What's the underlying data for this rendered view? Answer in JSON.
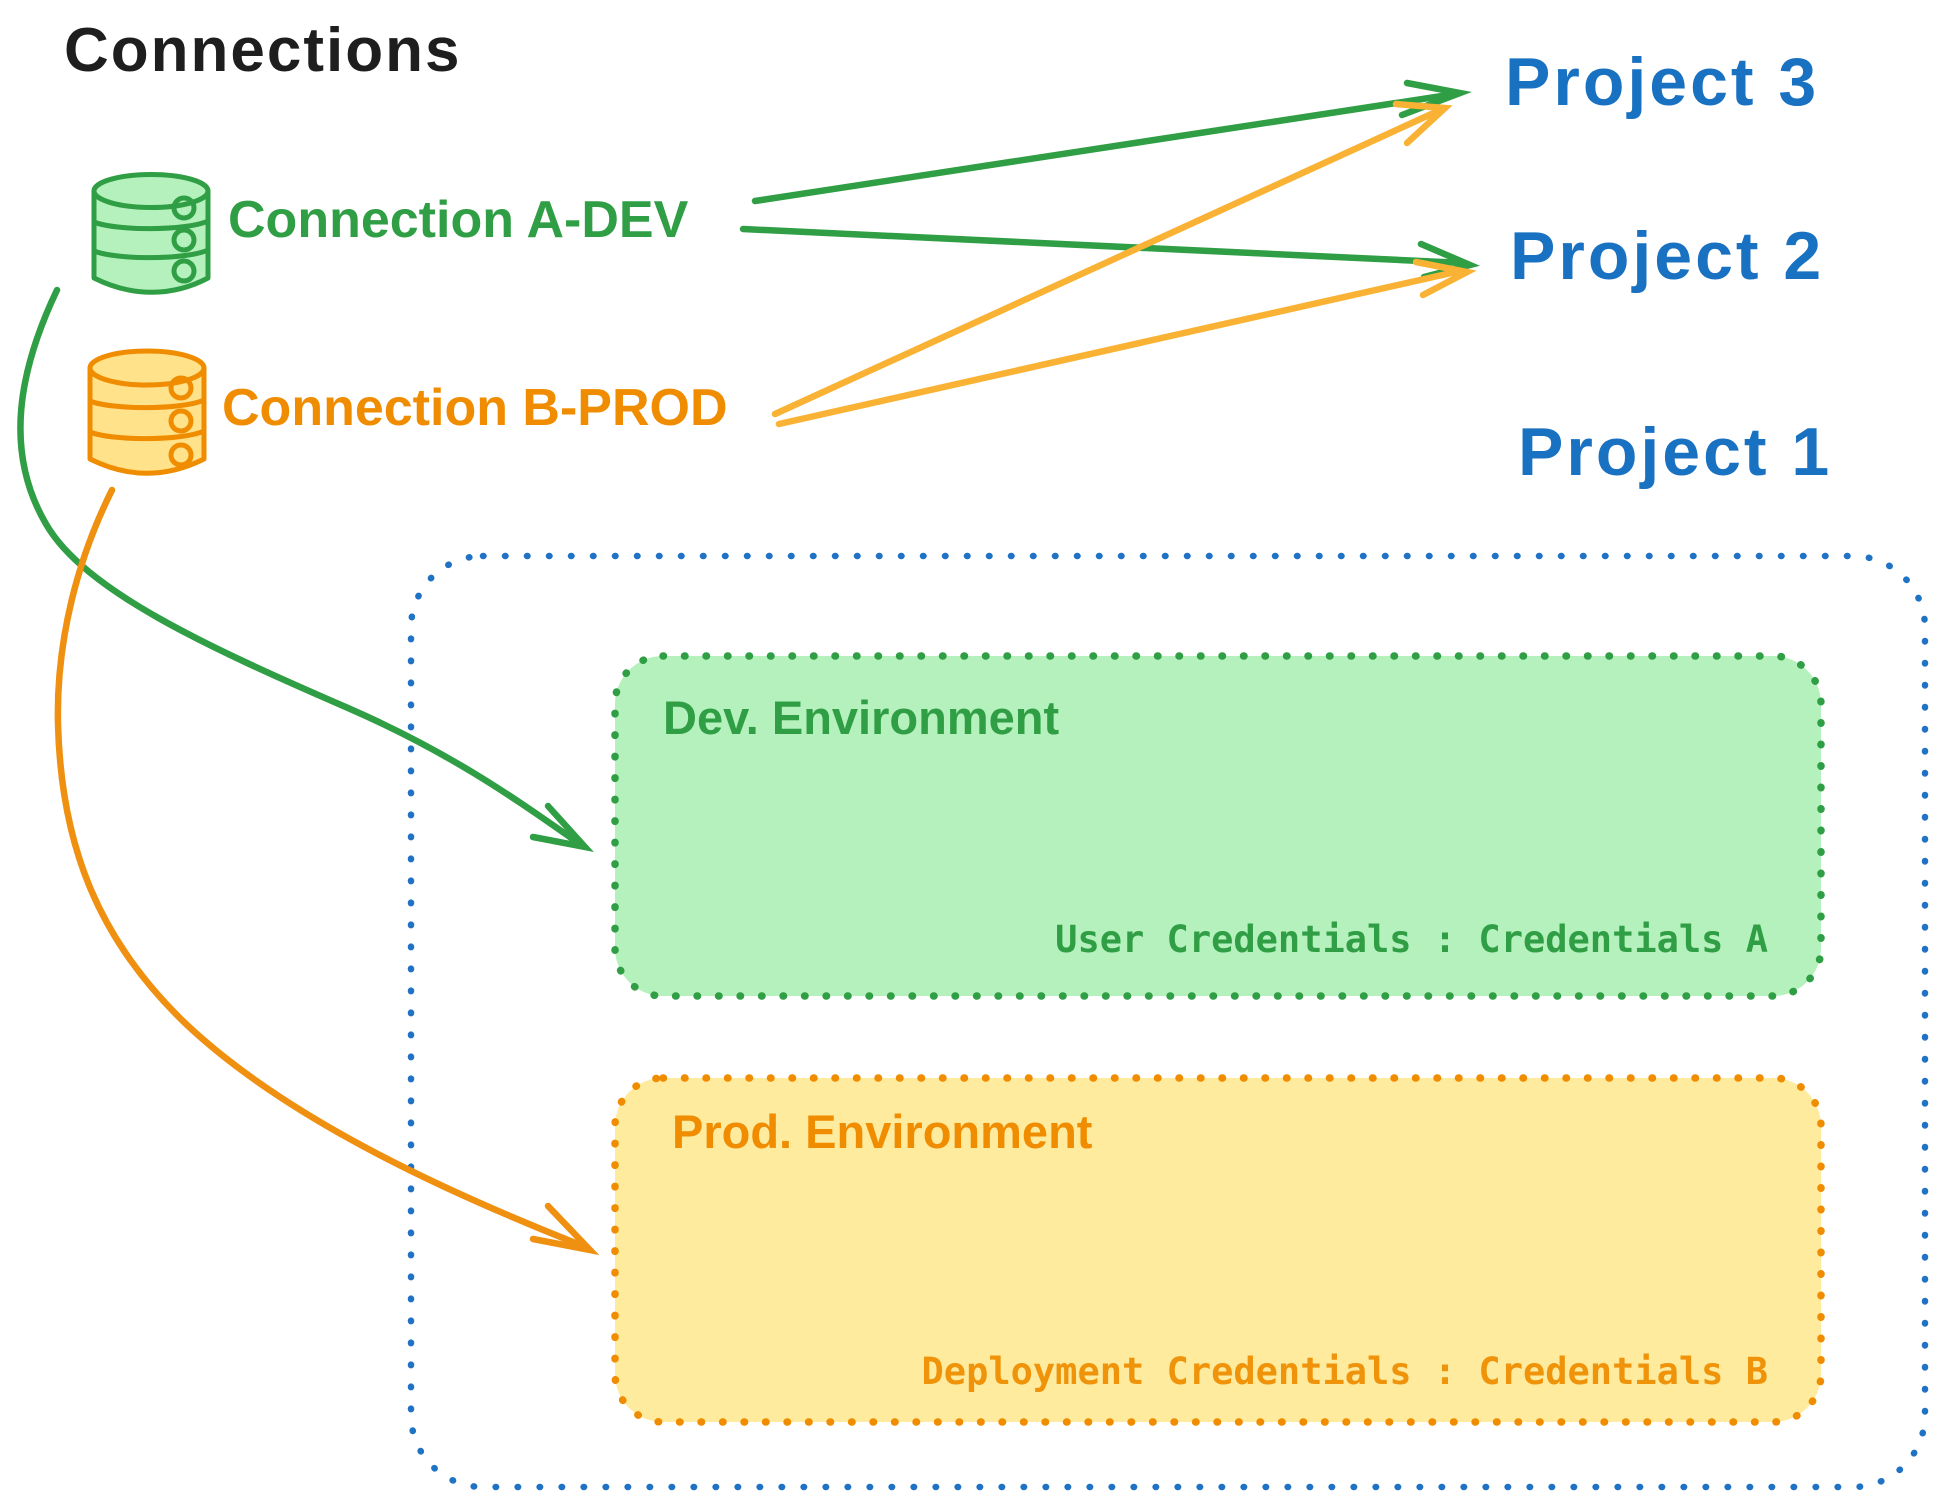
{
  "diagram": {
    "title": "Connections",
    "connections": [
      {
        "label": "Connection A-DEV",
        "icon": "database-icon",
        "color": "#2f9e44"
      },
      {
        "label": "Connection B-PROD",
        "icon": "database-icon",
        "color": "#f08c00"
      }
    ],
    "projects": [
      "Project 3",
      "Project 2",
      "Project 1"
    ],
    "environments": [
      {
        "title": "Dev. Environment",
        "credentials": "User Credentials : Credentials A",
        "stroke": "#2f9e44",
        "fill": "#b5f1bd"
      },
      {
        "title": "Prod. Environment",
        "credentials": "Deployment Credentials : Credentials B",
        "stroke": "#f08c00",
        "fill": "#ffeb9d"
      }
    ],
    "colors": {
      "title_text": "#1e1e1e",
      "project_text": "#1971c2",
      "project_boundary": "#1f72c4",
      "green_arrow": "#2f9e44",
      "orange_arrow_straight": "#f9b234",
      "orange_arrow_curved": "#ef9011"
    }
  }
}
